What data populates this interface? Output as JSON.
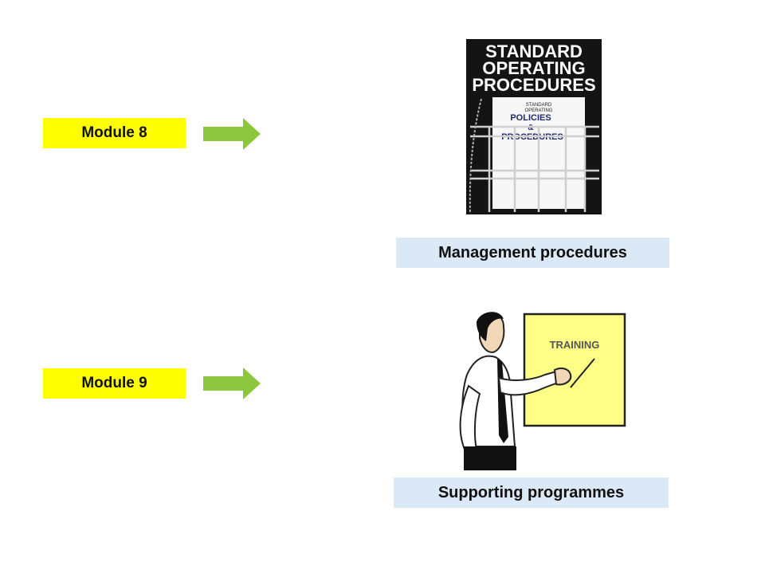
{
  "modules": [
    {
      "label": "Module 8"
    },
    {
      "label": "Module 9"
    }
  ],
  "captions": {
    "management": "Management procedures",
    "supporting": "Supporting programmes"
  },
  "sop_sign": {
    "line1": "STANDARD",
    "line2": "OPERATING",
    "line3": "PROCEDURES",
    "binder_small1": "STANDARD",
    "binder_small2": "OPERATING",
    "binder_policies": "POLICIES",
    "binder_amp": "&",
    "binder_procedures": "PROCEDURES"
  },
  "training_board": {
    "text": "TRAINING"
  },
  "colors": {
    "module_fill": "#ffff00",
    "arrow_fill": "#8dc63f",
    "caption_fill": "#dbe8f5",
    "board_fill": "#ffff88"
  }
}
